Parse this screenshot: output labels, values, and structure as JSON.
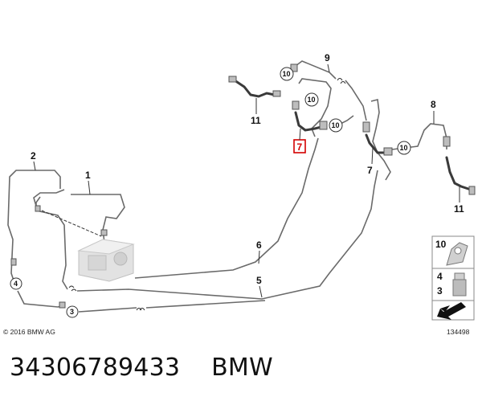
{
  "diagram": {
    "callouts": {
      "c1": "1",
      "c2": "2",
      "c5": "5",
      "c6": "6",
      "c7a": "7",
      "c7b": "7",
      "c8": "8",
      "c9": "9",
      "c11a": "11",
      "c11b": "11",
      "c10a": "10",
      "c10b": "10",
      "c10c": "10",
      "c10d": "10",
      "c3": "3",
      "c4": "4"
    },
    "legend": {
      "l10": "10",
      "l4": "4",
      "l3": "3"
    },
    "copyright": "© 2016 BMW AG",
    "image_number": "134498",
    "colors": {
      "highlight": "#d40000",
      "line": "#555555"
    }
  },
  "caption": {
    "part_number": "34306789433",
    "brand": "BMW"
  }
}
